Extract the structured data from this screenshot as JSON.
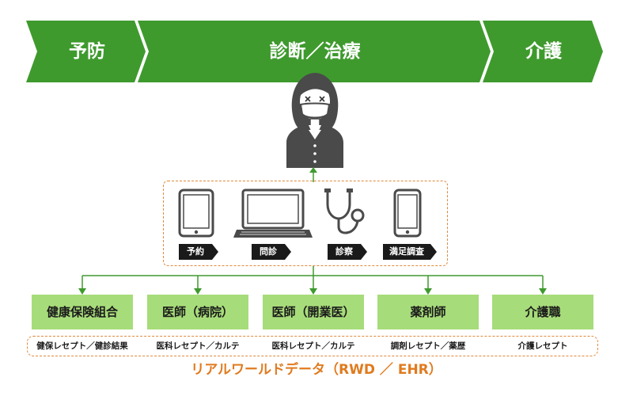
{
  "stages": [
    {
      "label": "予防"
    },
    {
      "label": "診断／治療"
    },
    {
      "label": "介護"
    }
  ],
  "devices": [
    {
      "label": "予約",
      "icon": "tablet-icon"
    },
    {
      "label": "問診",
      "icon": "laptop-icon"
    },
    {
      "label": "診察",
      "icon": "stethoscope-icon"
    },
    {
      "label": "満足調査",
      "icon": "smartphone-icon"
    }
  ],
  "stakeholders": [
    {
      "label": "健康保険組合",
      "data": "健保レセプト／健診結果"
    },
    {
      "label": "医師（病院）",
      "data": "医科レセプト／カルテ"
    },
    {
      "label": "医師（開業医）",
      "data": "医科レセプト／カルテ"
    },
    {
      "label": "薬剤師",
      "data": "調剤レセプト／薬歴"
    },
    {
      "label": "介護職",
      "data": "介護レセプト"
    }
  ],
  "footer": {
    "title": "リアルワールドデータ（RWD ／ EHR）"
  },
  "colors": {
    "banner": "#3f9a2e",
    "stakeholder_fill": "#a7dc7a",
    "dashed": "#e08a3c",
    "footer_text": "#e07b1f",
    "arrow": "#3f9a2e"
  }
}
